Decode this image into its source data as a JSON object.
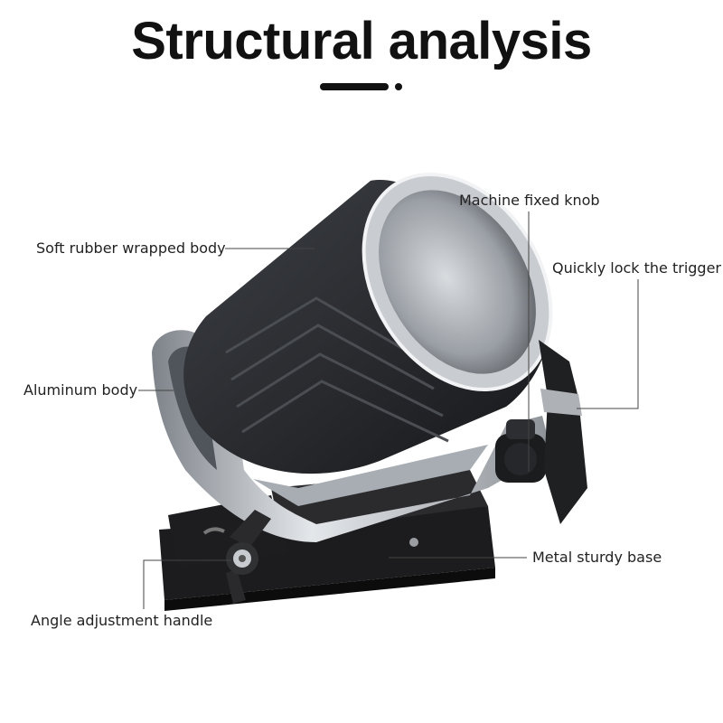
{
  "title": "Structural analysis",
  "labels": {
    "soft_rubber": "Soft rubber wrapped body",
    "machine_knob": "Machine fixed knob",
    "quick_lock": "Quickly lock the trigger",
    "aluminum_body": "Aluminum body",
    "metal_base": "Metal sturdy base",
    "angle_handle": "Angle adjustment handle"
  },
  "colors": {
    "text": "#111111",
    "body": "#2a2c30",
    "metal": "#b8bcc2",
    "base": "#1c1c1e"
  }
}
